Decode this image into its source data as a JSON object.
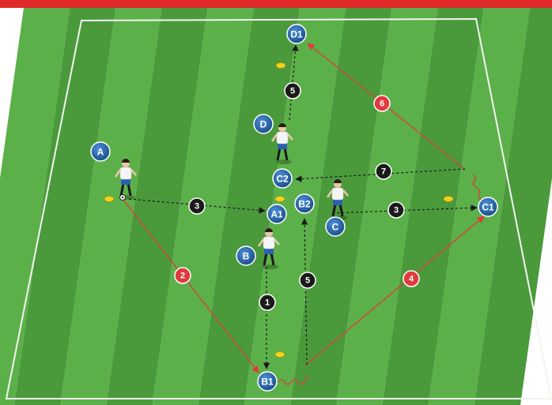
{
  "colors": {
    "grass_dark": "#4a9a3c",
    "grass_light": "#5cb049",
    "line": "#f2f5ee",
    "pass": "#e03a3e",
    "run": "#1a1a1a",
    "marker": "#1f5fa8",
    "step_pass": "#e03a3e",
    "step_run": "#1a1a1a",
    "cone": "#f2d21b",
    "frame_bar": "#e02a2a"
  },
  "markers": [
    {
      "id": "A",
      "label": "A"
    },
    {
      "id": "B",
      "label": "B"
    },
    {
      "id": "C",
      "label": "C"
    },
    {
      "id": "D",
      "label": "D"
    },
    {
      "id": "A1",
      "label": "A1"
    },
    {
      "id": "B1",
      "label": "B1"
    },
    {
      "id": "B2",
      "label": "B2"
    },
    {
      "id": "C1",
      "label": "C1"
    },
    {
      "id": "C2",
      "label": "C2"
    },
    {
      "id": "D1",
      "label": "D1"
    }
  ],
  "steps": [
    {
      "id": "s1",
      "label": "1",
      "kind": "run"
    },
    {
      "id": "s2",
      "label": "2",
      "kind": "pass"
    },
    {
      "id": "s3a",
      "label": "3",
      "kind": "run"
    },
    {
      "id": "s3b",
      "label": "3",
      "kind": "run"
    },
    {
      "id": "s4",
      "label": "4",
      "kind": "pass"
    },
    {
      "id": "s5a",
      "label": "5",
      "kind": "run"
    },
    {
      "id": "s5b",
      "label": "5",
      "kind": "run"
    },
    {
      "id": "s6",
      "label": "6",
      "kind": "pass"
    },
    {
      "id": "s7",
      "label": "7",
      "kind": "run"
    }
  ],
  "icons": {
    "player": "player-icon",
    "cone": "cone-icon",
    "ball": "ball-icon"
  }
}
